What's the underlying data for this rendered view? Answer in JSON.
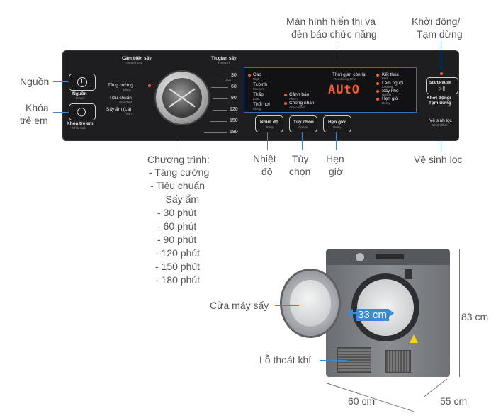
{
  "callouts": {
    "power": "Nguồn",
    "child_lock_1": "Khóa",
    "child_lock_2": "trẻ em",
    "display_1": "Màn hình hiển thị và",
    "display_2": "đèn báo chức năng",
    "start_1": "Khởi động/",
    "start_2": "Tạm dừng",
    "program_title": "Chương trình:",
    "programs": [
      "- Tăng cường",
      "- Tiêu chuẩn",
      "- Sấy ẩm",
      "- 30 phút",
      "- 60 phút",
      "- 90 phút",
      "- 120 phút",
      "- 150 phút",
      "- 180 phút"
    ],
    "temp_1": "Nhiệt",
    "temp_2": "độ",
    "option_1": "Tùy",
    "option_2": "chọn",
    "delay_1": "Hẹn",
    "delay_2": "giờ",
    "filter": "Vệ sinh lọc",
    "door": "Cửa máy sấy",
    "vent": "Lỗ thoát khí",
    "door_diameter": "33 cm",
    "height": "83 cm",
    "width": "60 cm",
    "depth": "55 cm"
  },
  "panel": {
    "sensor_title": "Cảm biến sấy",
    "sensor_sub": "Sensor Dry",
    "time_title": "Th.gian sấy",
    "time_sub": "Time Dry",
    "power_label": "Nguồn",
    "power_sub": "Power",
    "lock_label": "Khóa trẻ em",
    "lock_sub": "Child lock",
    "modes": [
      {
        "label": "Tăng cường",
        "sub": "Extra"
      },
      {
        "label": "Tiêu chuẩn",
        "sub": "Standard"
      },
      {
        "label": "Sấy ẩm (Là)",
        "sub": "Iron"
      }
    ],
    "times": [
      "30",
      "60",
      "90",
      "120",
      "150",
      "180"
    ],
    "time_unit": "phút",
    "temp_levels": [
      {
        "label": "Cao",
        "sub": "High"
      },
      {
        "label": "Tr.bình",
        "sub": "Medium"
      },
      {
        "label": "Thấp",
        "sub": "Low"
      },
      {
        "label": "Thổi hơi",
        "sub": "Airing"
      }
    ],
    "options": [
      {
        "label": "Cảnh báo",
        "sub": "Alarm"
      },
      {
        "label": "Chống nhăn",
        "sub": "Anti-crease"
      }
    ],
    "remaining_label": "Thời gian còn lại",
    "remaining_sub": "Remaining time",
    "display_value": "AUtO",
    "status": [
      {
        "label": "Kết thúc",
        "sub": "End"
      },
      {
        "label": "Làm nguội",
        "sub": "Cooling"
      },
      {
        "label": "Sấy khô",
        "sub": "Drying"
      },
      {
        "label": "Hẹn giờ",
        "sub": "Delay"
      }
    ],
    "temp_btn": "Nhiệt độ",
    "temp_btn_sub": "Temp",
    "option_btn": "Tùy chọn",
    "option_btn_sub": "Option",
    "delay_btn": "Hẹn giờ",
    "delay_btn_sub": "Delay",
    "start_btn": "Start/Pause",
    "start_label": "Khởi động/",
    "start_label2": "Tạm dừng",
    "filter_label": "Vệ sinh lọc",
    "filter_sub": "Clean filter"
  },
  "colors": {
    "indicator": "#ff5a1f",
    "dimension_line": "#3a8ad6",
    "panel": "#1e1e20"
  }
}
